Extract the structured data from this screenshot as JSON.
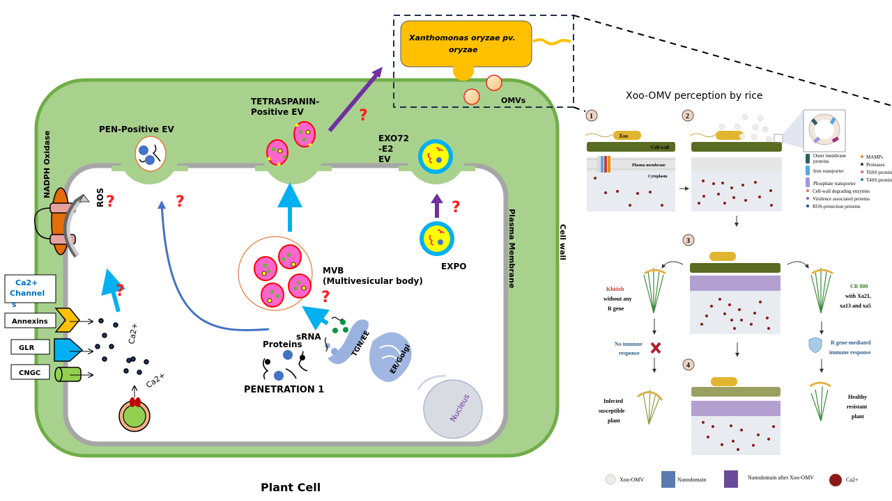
{
  "left_panel": {
    "caption": "Plant Cell",
    "cell_wall_label": "Cell wall",
    "plasma_membrane_label": "Plasma Membrane",
    "nadph_label": "NADPH Oxidase",
    "ros_label": "ROS",
    "ca_channels_label_line1": "Ca2+",
    "ca_channels_label_line2": "Channel",
    "ca_channels_label_line3": "s",
    "channels": [
      {
        "label": "Annexins",
        "color": "#ffc000"
      },
      {
        "label": "GLR",
        "color": "#00b0f0"
      },
      {
        "label": "CNGC",
        "color": "#92d050"
      }
    ],
    "ca_label": "Ca2+",
    "ca_store_label": "Ca2+",
    "pen_ev_label": "PEN-Positive  EV",
    "tetraspanin_label_line1": "TETRASPANIN-",
    "tetraspanin_label_line2": "Positive  EV",
    "exo_label_line1": "EXO72",
    "exo_label_line2": "-E2",
    "exo_label_line3": "EV",
    "expo_label": "EXPO",
    "mvb_label_line1": "MVB",
    "mvb_label_line2": "(Multivesicular body)",
    "srna_label": "sRNA",
    "proteins_label": "Proteins",
    "penetration_label": "PENETRATION  1",
    "tgn_label": "TGN/EE",
    "er_label": "ER/Golgi",
    "nucleus_label": "Nucleus",
    "question_mark": "?",
    "pathogen_label_line1": "Xanthomonas  oryzae  pv.",
    "pathogen_label_line2": "oryzae",
    "omv_label": "OMVs",
    "colors": {
      "cell_wall": "#70ad47",
      "cytoplasm_band": "#a9d18e",
      "membrane": "#a6a6a6",
      "pathogen": "#ffc000",
      "question": "#ff1a1a",
      "arrow_blue": "#00b0f0",
      "arrow_purple": "#7030a0"
    }
  },
  "right_panel": {
    "title": "Xoo-OMV perception by rice",
    "steps": [
      "1",
      "2",
      "3",
      "4"
    ],
    "xoo_label": "Xoo",
    "cell_wall_label": "Cell wall",
    "plasma_membrane_label": "Plasma membrane",
    "cytoplasm_label": "Cytoplasm",
    "omv_legend": [
      {
        "label": "Outer membrane proteins",
        "color": "#2f5f5f"
      },
      {
        "label": "Iron transporter",
        "color": "#5aa6dc"
      },
      {
        "label": "Phosphate transporter",
        "color": "#9f96e0"
      },
      {
        "label": "Cell-wall degrading enzymes",
        "color": "#e06b6b"
      },
      {
        "label": "Virulence associated proteins",
        "color": "#8e5bb5"
      },
      {
        "label": "ROS-protection proteins",
        "color": "#1f3f99"
      },
      {
        "label": "MAMPs",
        "color": "#e8901e"
      },
      {
        "label": "Proteases",
        "color": "#333333"
      },
      {
        "label": "T6SS proteins",
        "color": "#e8607a"
      },
      {
        "label": "T4SS proteins",
        "color": "#1a8f8f"
      }
    ],
    "susceptible": {
      "name": "Khitish",
      "desc_line1": "without any",
      "desc_line2": "R gene",
      "response_line1": "No immune",
      "response_line2": "response",
      "outcome_line1": "Infected",
      "outcome_line2": "susceptible",
      "outcome_line3": "plant"
    },
    "resistant": {
      "name": "CR 800",
      "desc_line1": "with Xa21,",
      "desc_line2": "xa13 and xa5",
      "response_line1": "R gene-mediated",
      "response_line2": "immune response",
      "outcome_line1": "Healthy",
      "outcome_line2": "resistant",
      "outcome_line3": "plant"
    },
    "bottom_legend": [
      {
        "label": "Xoo-OMV"
      },
      {
        "label": "Nanodomain"
      },
      {
        "label": "Nanodomain after Xoo-OMV"
      },
      {
        "label": "Ca2+"
      }
    ]
  }
}
